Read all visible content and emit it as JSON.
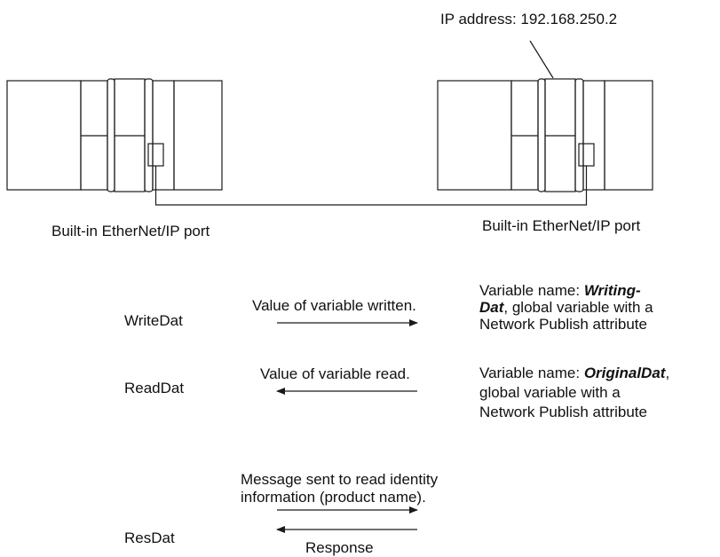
{
  "ip_label": "IP address: 192.168.250.2",
  "left_port_label": "Built-in EtherNet/IP port",
  "right_port_label": "Built-in EtherNet/IP port",
  "rows": {
    "write": {
      "name": "WriteDat",
      "arrow_text": "Value of variable written.",
      "desc_prefix": "Variable name: ",
      "desc_var_a": "Writing-",
      "desc_var_b": "Dat",
      "desc_rest1": ", global variable with a",
      "desc_rest2": "Network Publish attribute"
    },
    "read": {
      "name": "ReadDat",
      "arrow_text": "Value of variable read.",
      "desc_prefix": "Variable name: ",
      "desc_var": "OriginalDat",
      "desc_rest0": ",",
      "desc_line2": "global variable with a",
      "desc_line3": "Network Publish attribute"
    },
    "res": {
      "name": "ResDat",
      "msg_line1": "Message sent to read identity",
      "msg_line2": "information (product name).",
      "response": "Response"
    }
  },
  "colors": {
    "line": "#1a1a1a",
    "text": "#111111"
  }
}
